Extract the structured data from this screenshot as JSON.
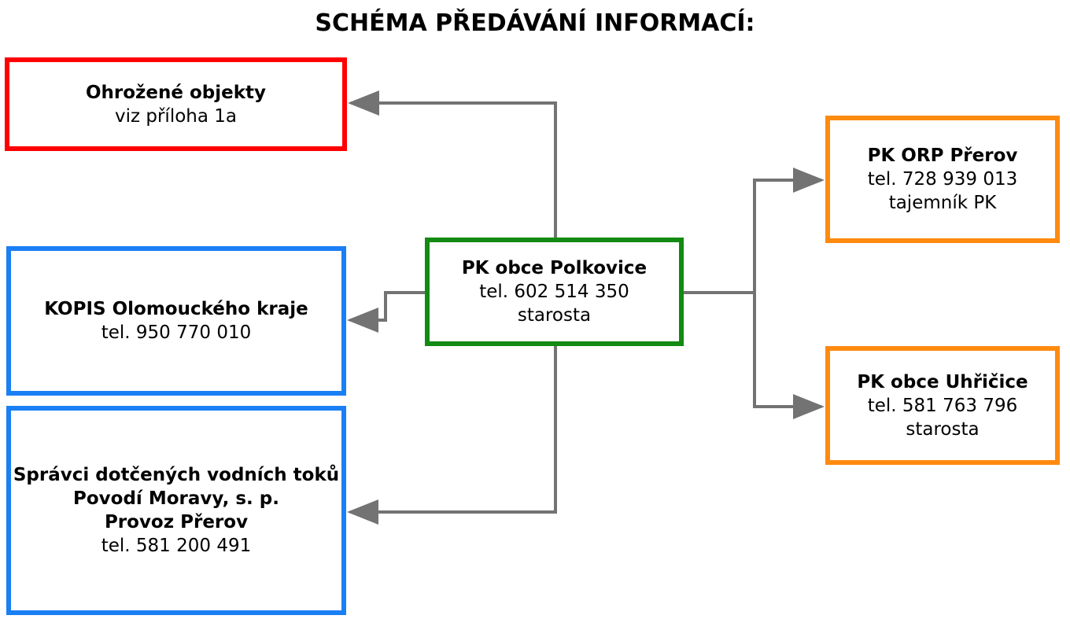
{
  "title": "SCHÉMA PŘEDÁVÁNÍ INFORMACÍ:",
  "colors": {
    "red": "#ff0000",
    "blue": "#1a7ff5",
    "green": "#138a13",
    "orange": "#ff8a10",
    "connector": "#737373"
  },
  "nodes": {
    "threatened": {
      "line1": "Ohrožené objekty",
      "line2": "viz příloha 1a"
    },
    "kopis": {
      "line1": "KOPIS Olomouckého kraje",
      "line2": "tel. 950 770 010"
    },
    "water": {
      "line1": "Správci dotčených vodních toků",
      "line2": "Povodí Moravy, s. p.",
      "line3": "Provoz Přerov",
      "line4": "tel. 581 200 491"
    },
    "center": {
      "line1": "PK obce Polkovice",
      "line2": "tel. 602 514 350",
      "line3": "starosta"
    },
    "orp": {
      "line1": "PK ORP Přerov",
      "line2": "tel. 728 939 013",
      "line3": "tajemník PK"
    },
    "uhricice": {
      "line1": "PK obce Uhřičice",
      "line2": "tel. 581 763 796",
      "line3": "starosta"
    }
  }
}
